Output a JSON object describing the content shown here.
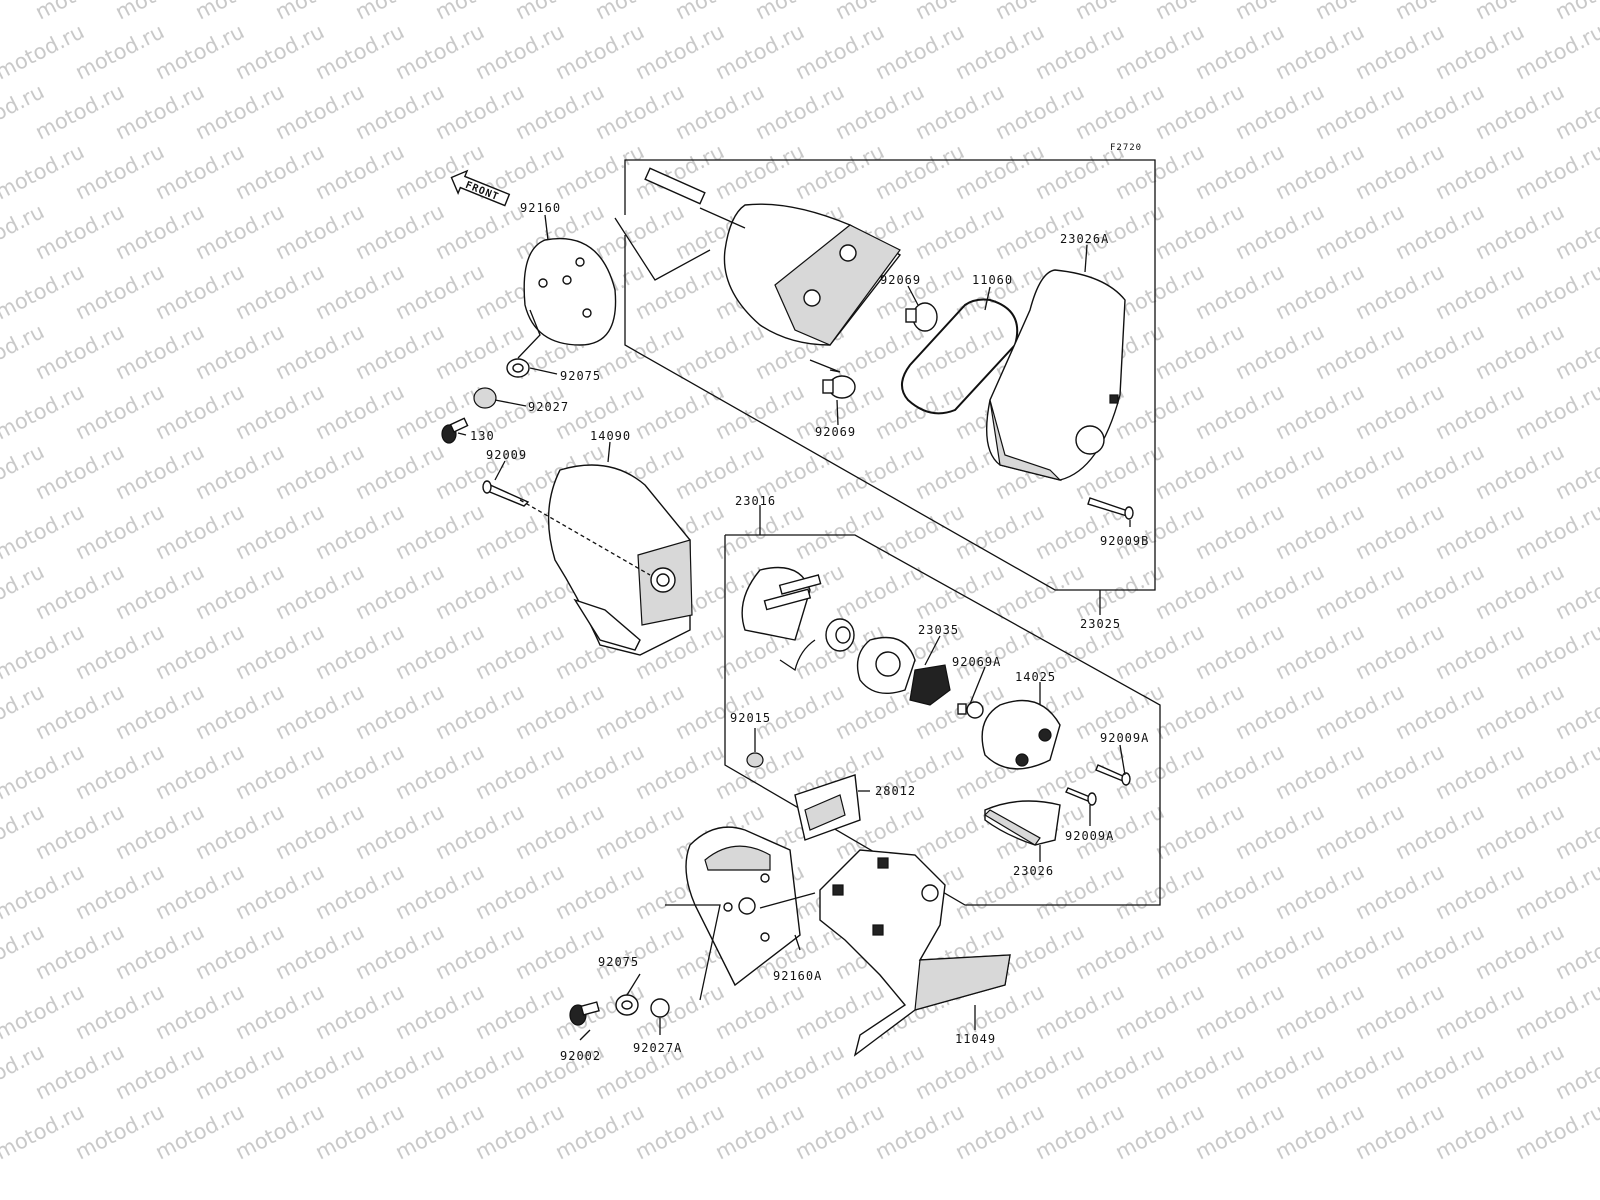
{
  "diagram": {
    "figure_code": "F2720",
    "front_marker": "FRONT",
    "watermark_text": "motod.ru",
    "parts": [
      {
        "id": "92160",
        "text": "92160"
      },
      {
        "id": "92075a",
        "text": "92075"
      },
      {
        "id": "92027",
        "text": "92027"
      },
      {
        "id": "130",
        "text": "130"
      },
      {
        "id": "92009",
        "text": "92009"
      },
      {
        "id": "14090",
        "text": "14090"
      },
      {
        "id": "92069a",
        "text": "92069"
      },
      {
        "id": "11060",
        "text": "11060"
      },
      {
        "id": "23026A",
        "text": "23026A"
      },
      {
        "id": "92069b",
        "text": "92069"
      },
      {
        "id": "92009B",
        "text": "92009B"
      },
      {
        "id": "23025",
        "text": "23025"
      },
      {
        "id": "23016",
        "text": "23016"
      },
      {
        "id": "23035",
        "text": "23035"
      },
      {
        "id": "92069A",
        "text": "92069A"
      },
      {
        "id": "14025",
        "text": "14025"
      },
      {
        "id": "92009Aa",
        "text": "92009A"
      },
      {
        "id": "92009Ab",
        "text": "92009A"
      },
      {
        "id": "23026",
        "text": "23026"
      },
      {
        "id": "92015",
        "text": "92015"
      },
      {
        "id": "28012",
        "text": "28012"
      },
      {
        "id": "92160A",
        "text": "92160A"
      },
      {
        "id": "92075b",
        "text": "92075"
      },
      {
        "id": "92002",
        "text": "92002"
      },
      {
        "id": "92027A",
        "text": "92027A"
      },
      {
        "id": "11049",
        "text": "11049"
      }
    ]
  }
}
